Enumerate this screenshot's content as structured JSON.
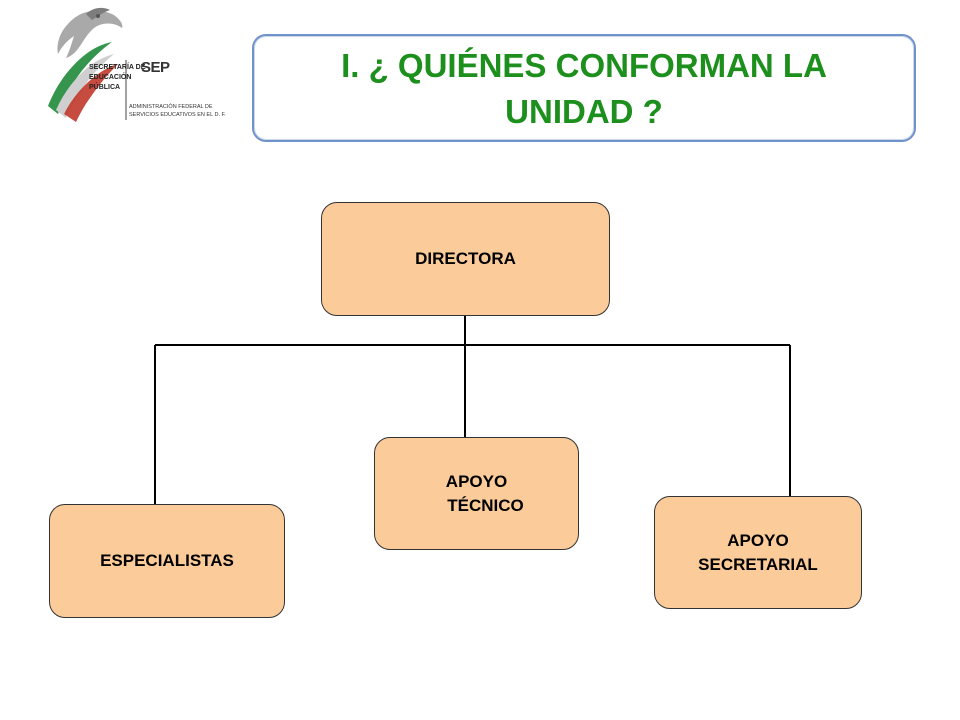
{
  "logo": {
    "secretaria_lines": [
      "SECRETARÍA DE",
      "EDUCACIÓN",
      "PÚBLICA"
    ],
    "acronym": "SEP",
    "admin_lines": [
      "ADMINISTRACIÓN FEDERAL DE",
      "SERVICIOS EDUCATIVOS EN EL D. F."
    ]
  },
  "title": "I. ¿ QUIÉNES CONFORMAN LA UNIDAD ?",
  "org_chart": {
    "root": "DIRECTORA",
    "children": [
      {
        "lines": [
          "ESPECIALISTAS"
        ]
      },
      {
        "lines": [
          "APOYO",
          "TÉCNICO"
        ]
      },
      {
        "lines": [
          "APOYO",
          "SECRETARIAL"
        ]
      }
    ]
  },
  "colors": {
    "node_fill": "#fbcb99",
    "title_text": "#1c8f1c",
    "title_border": "#6f93c8",
    "logo_green": "#1f8a3a",
    "logo_red": "#c0392b"
  }
}
